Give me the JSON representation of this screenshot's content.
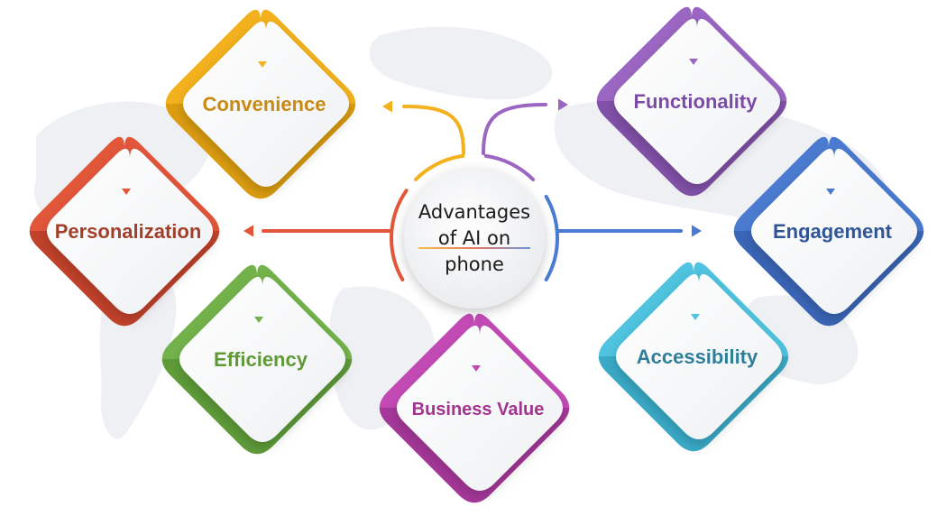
{
  "center": {
    "line1": "Advantages",
    "line2": "of AI on",
    "line3": "phone"
  },
  "nodes": [
    {
      "id": "convenience",
      "label": "Convenience",
      "color": "#f3b11d",
      "dark": "#c98c06",
      "text": "#c98a12"
    },
    {
      "id": "functionality",
      "label": "Functionality",
      "color": "#9b66c2",
      "dark": "#6e3f96",
      "text": "#7a4ca6"
    },
    {
      "id": "personalization",
      "label": "Personalization",
      "color": "#e2563a",
      "dark": "#a8331f",
      "text": "#a13f2a"
    },
    {
      "id": "engagement",
      "label": "Engagement",
      "color": "#4a7bd0",
      "dark": "#2d55a3",
      "text": "#2f5597"
    },
    {
      "id": "efficiency",
      "label": "Efficiency",
      "color": "#73b24a",
      "dark": "#4f8a2c",
      "text": "#5f9a37"
    },
    {
      "id": "accessibility",
      "label": "Accessibility",
      "color": "#4fc3df",
      "dark": "#2a96b3",
      "text": "#2f7f9b"
    },
    {
      "id": "business_value",
      "label": "Business Value",
      "color": "#c34ab5",
      "dark": "#8d2a84",
      "text": "#a2358f"
    }
  ]
}
